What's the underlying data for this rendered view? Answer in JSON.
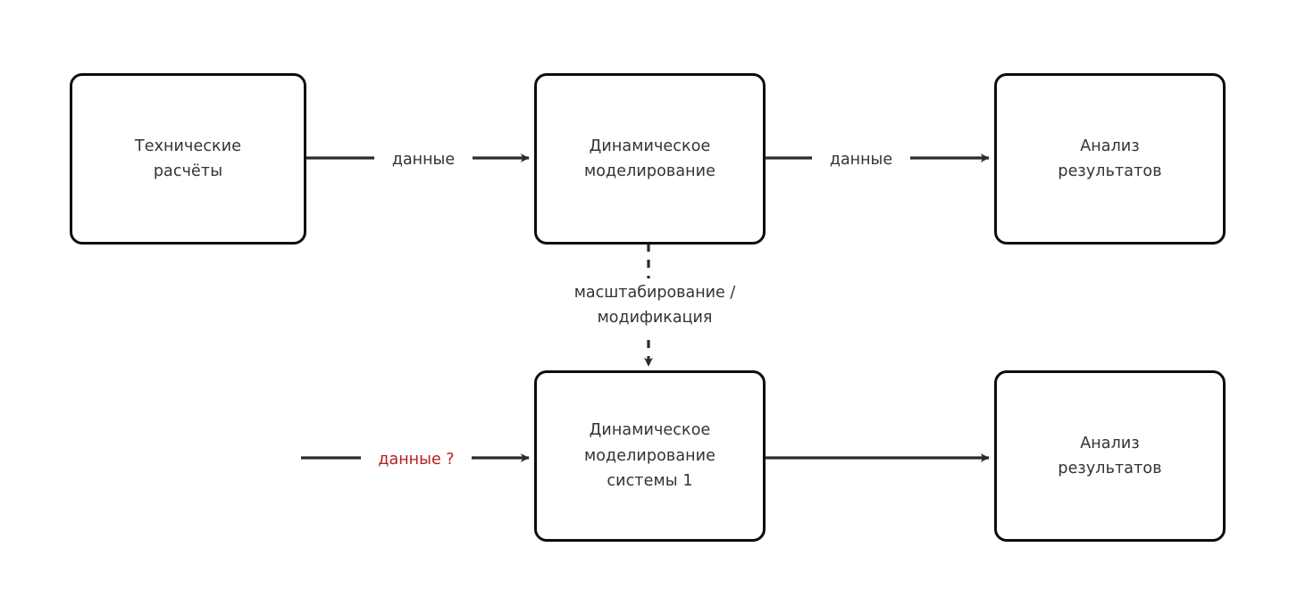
{
  "diagram": {
    "type": "flowchart",
    "background_color": "#ffffff",
    "node_border_color": "#0d0d0d",
    "node_text_color": "#333333",
    "edge_color": "#2b2b2b",
    "highlight_color": "#b5201f",
    "nodes": [
      {
        "id": "tech-calc",
        "label": "Технические\nрасчёты",
        "row": 1,
        "column": 1
      },
      {
        "id": "dynamic-modeling",
        "label": "Динамическое\nмоделирование",
        "row": 1,
        "column": 2
      },
      {
        "id": "results-analysis-top",
        "label": "Анализ\nрезультатов",
        "row": 1,
        "column": 3
      },
      {
        "id": "dynamic-modeling-system-1",
        "label": "Динамическое\nмоделирование\nсистемы 1",
        "row": 2,
        "column": 2
      },
      {
        "id": "results-analysis-bottom",
        "label": "Анализ\nрезультатов",
        "row": 2,
        "column": 3
      }
    ],
    "edges": [
      {
        "id": "edge-tech-to-model",
        "from": "tech-calc",
        "to": "dynamic-modeling",
        "label": "данные",
        "style": "solid",
        "direction": "right",
        "color": "#2b2b2b"
      },
      {
        "id": "edge-model-to-analysis",
        "from": "dynamic-modeling",
        "to": "results-analysis-top",
        "label": "данные",
        "style": "solid",
        "direction": "right",
        "color": "#2b2b2b"
      },
      {
        "id": "edge-model-to-system1",
        "from": "dynamic-modeling",
        "to": "dynamic-modeling-system-1",
        "label": "масштабирование /\nмодификация",
        "style": "dashed",
        "direction": "down",
        "color": "#2b2b2b"
      },
      {
        "id": "edge-unknown-to-system1",
        "from": "",
        "to": "dynamic-modeling-system-1",
        "label": "данные ?",
        "style": "solid",
        "direction": "right",
        "color": "#b5201f",
        "highlighted": true
      },
      {
        "id": "edge-system1-to-analysis",
        "from": "dynamic-modeling-system-1",
        "to": "results-analysis-bottom",
        "label": "",
        "style": "solid",
        "direction": "right",
        "color": "#2b2b2b"
      }
    ]
  }
}
